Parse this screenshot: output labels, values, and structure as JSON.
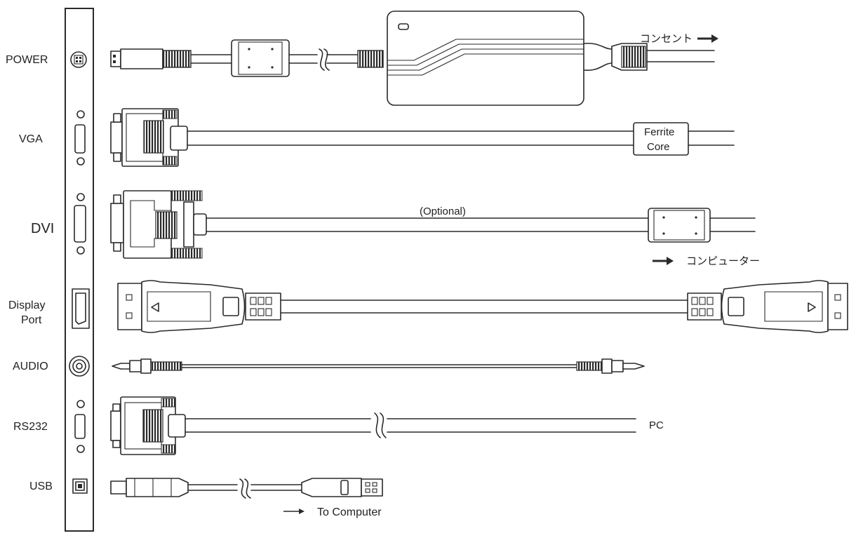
{
  "ports": [
    {
      "id": "power",
      "label": "POWER"
    },
    {
      "id": "vga",
      "label": "VGA"
    },
    {
      "id": "dvi",
      "label": "DVI"
    },
    {
      "id": "dp",
      "label_line1": "Display",
      "label_line2": "Port"
    },
    {
      "id": "audio",
      "label": "AUDIO"
    },
    {
      "id": "rs232",
      "label": "RS232"
    },
    {
      "id": "usb",
      "label": "USB"
    }
  ],
  "annotations": {
    "outlet": "コンセント",
    "ferrite_line1": "Ferrite",
    "ferrite_line2": "Core",
    "optional": "(Optional)",
    "computer_jp": "コンピューター",
    "pc": "PC",
    "to_computer": "To Computer"
  },
  "icons": [
    "power-jack-icon",
    "vga-port-icon",
    "dvi-port-icon",
    "displayport-port-icon",
    "audio-jack-icon",
    "serial-port-icon",
    "usb-b-port-icon",
    "arrow-right-icon"
  ],
  "colors": {
    "line": "#2a2a2a",
    "background": "#ffffff"
  }
}
